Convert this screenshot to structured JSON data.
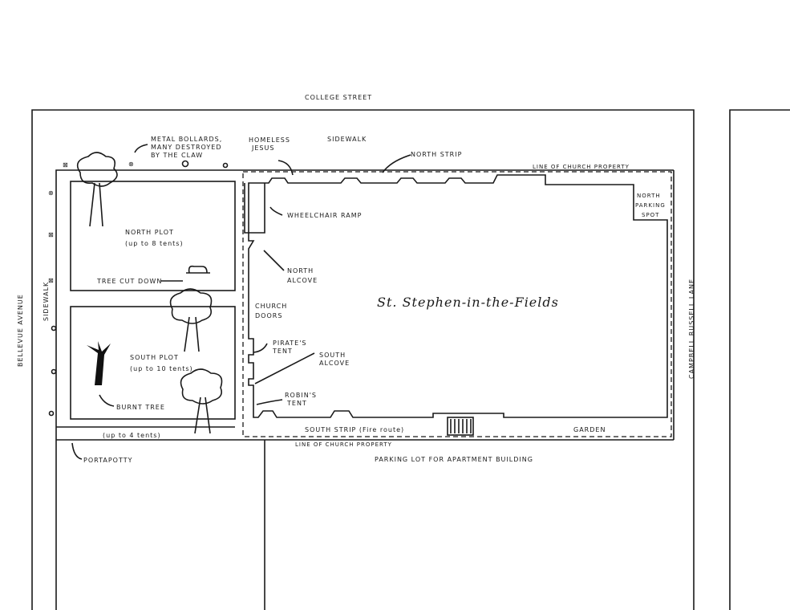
{
  "streets": {
    "north": "COLLEGE STREET",
    "west": "BELLEVUE AVENUE",
    "east": "CAMPBELL RUSSELL LANE",
    "west_sidewalk": "SIDEWALK",
    "north_sidewalk": "SIDEWALK"
  },
  "labels": {
    "bollards": [
      "METAL BOLLARDS,",
      "MANY DESTROYED",
      "BY THE CLAW"
    ],
    "homeless_jesus": [
      "HOMELESS",
      "JESUS"
    ],
    "north_strip": "NORTH STRIP",
    "property_line_north": "LINE OF CHURCH PROPERTY",
    "property_line_south": "LINE OF CHURCH PROPERTY",
    "north_parking": [
      "NORTH",
      "PARKING",
      "SPOT"
    ],
    "wheelchair_ramp": "WHEELCHAIR RAMP",
    "north_plot": [
      "NORTH PLOT",
      "(up to 8 tents)"
    ],
    "tree_cut_down": "TREE CUT DOWN",
    "north_alcove": [
      "NORTH",
      "ALCOVE"
    ],
    "church_name": "St. Stephen-in-the-Fields",
    "church_doors": [
      "CHURCH",
      "DOORS"
    ],
    "pirates_tent": [
      "PIRATE'S",
      "TENT"
    ],
    "south_alcove": [
      "SOUTH",
      "ALCOVE"
    ],
    "robins_tent": [
      "ROBIN'S",
      "TENT"
    ],
    "south_plot": [
      "SOUTH PLOT",
      "(up to 10 tents)"
    ],
    "burnt_tree": "BURNT TREE",
    "strip_tents": "(up to 4 tents)",
    "south_strip": "SOUTH STRIP (Fire route)",
    "garden": "GARDEN",
    "portapotty": "PORTAPOTTY",
    "parking_lot": "PARKING LOT FOR APARTMENT BUILDING"
  }
}
